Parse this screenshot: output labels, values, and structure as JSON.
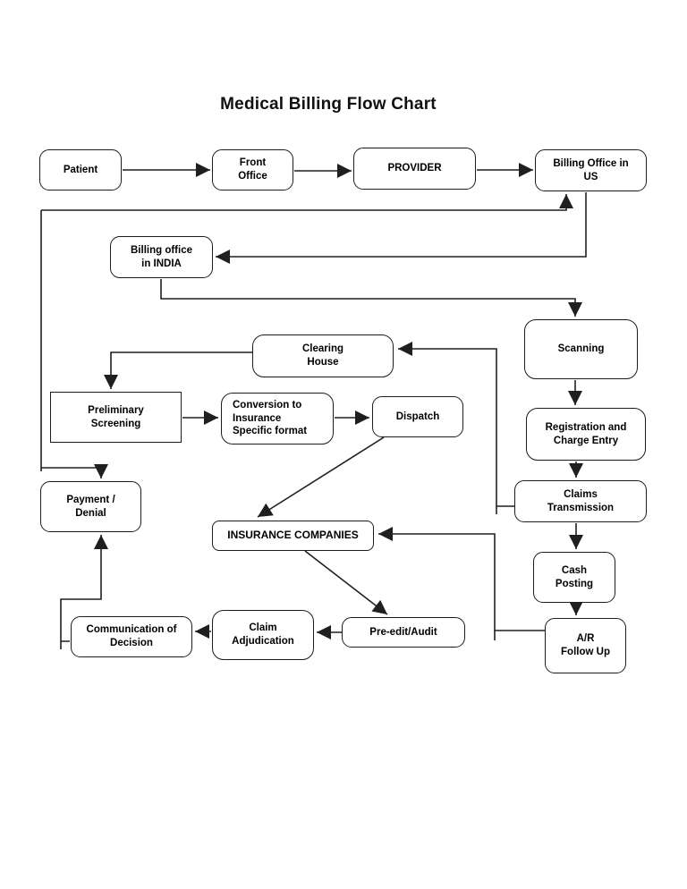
{
  "title": "Medical Billing Flow Chart",
  "nodes": {
    "patient": "Patient",
    "front_office": "Front\nOffice",
    "provider": "PROVIDER",
    "billing_us": "Billing Office in\nUS",
    "billing_india": "Billing office\nin INDIA",
    "clearing_house": "Clearing\nHouse",
    "scanning": "Scanning",
    "preliminary_screening": "Preliminary\nScreening",
    "conversion": "Conversion to\nInsurance\nSpecific format",
    "dispatch": "Dispatch",
    "registration": "Registration and\nCharge Entry",
    "claims_transmission": "Claims\nTransmission",
    "payment_denial": "Payment /\nDenial",
    "insurance_companies": "INSURANCE COMPANIES",
    "cash_posting": "Cash\nPosting",
    "communication_of_decision": "Communication of\nDecision",
    "claim_adjudication": "Claim\nAdjudication",
    "pre_edit_audit": "Pre-edit/Audit",
    "ar_follow_up": "A/R\nFollow Up"
  },
  "edges": [
    {
      "from": "Patient",
      "to": "Front Office"
    },
    {
      "from": "Front Office",
      "to": "PROVIDER"
    },
    {
      "from": "PROVIDER",
      "to": "Billing Office in US"
    },
    {
      "from": "Billing Office in US",
      "to": "Billing office in INDIA"
    },
    {
      "from": "Billing office in INDIA",
      "to": "Scanning"
    },
    {
      "from": "Scanning",
      "to": "Registration and Charge Entry"
    },
    {
      "from": "Registration and Charge Entry",
      "to": "Claims Transmission"
    },
    {
      "from": "Claims Transmission",
      "to": "Cash Posting"
    },
    {
      "from": "Cash Posting",
      "to": "A/R Follow Up"
    },
    {
      "from": "Claims Transmission",
      "to": "Clearing House"
    },
    {
      "from": "Clearing House",
      "to": "Preliminary Screening"
    },
    {
      "from": "Preliminary Screening",
      "to": "Conversion to Insurance Specific format"
    },
    {
      "from": "Conversion to Insurance Specific format",
      "to": "Dispatch"
    },
    {
      "from": "Dispatch",
      "to": "INSURANCE COMPANIES"
    },
    {
      "from": "A/R Follow Up",
      "to": "INSURANCE COMPANIES"
    },
    {
      "from": "INSURANCE COMPANIES",
      "to": "Pre-edit/Audit"
    },
    {
      "from": "Pre-edit/Audit",
      "to": "Claim Adjudication"
    },
    {
      "from": "Claim Adjudication",
      "to": "Communication of Decision"
    },
    {
      "from": "Communication of Decision",
      "to": "Payment / Denial"
    },
    {
      "from": "Billing Office in US",
      "to": "Payment / Denial",
      "bidirectional": true
    }
  ],
  "colors": {
    "background": "#ffffff",
    "box_fill": "#ffffff",
    "box_border": "#1b1b1b",
    "line": "#1f1f1f",
    "text": "#000000"
  }
}
